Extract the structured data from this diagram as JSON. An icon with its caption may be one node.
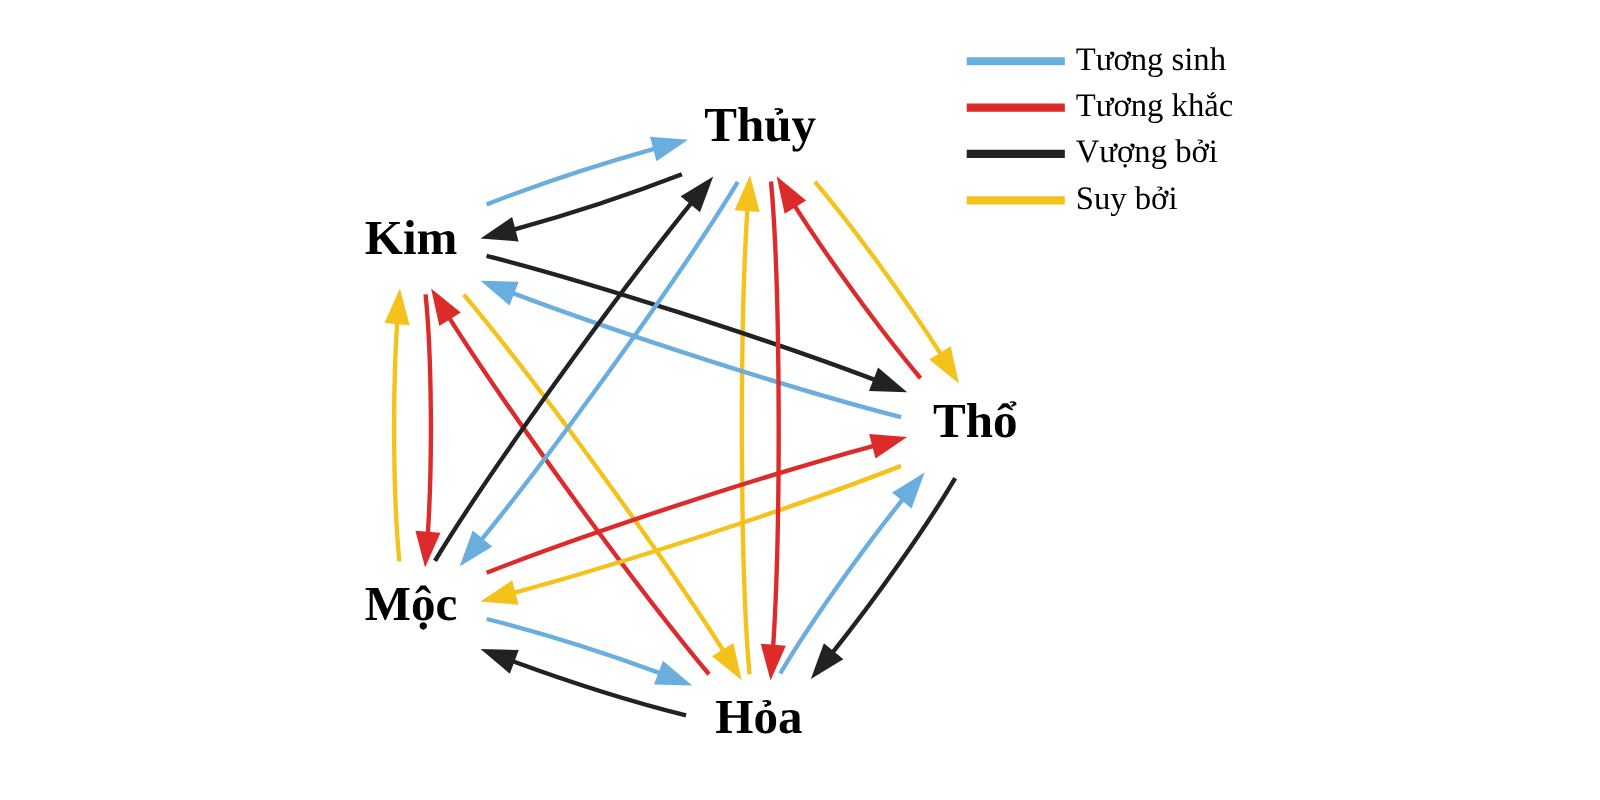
{
  "diagram": {
    "nodes": [
      {
        "text": [
          "Hỏa"
        ]
      },
      {
        "text": [
          "Thổ"
        ]
      },
      {
        "text": [
          "Kim"
        ]
      },
      {
        "text": [
          "Thủy"
        ]
      },
      {
        "text": [
          "Mộc"
        ]
      }
    ],
    "edges": [
      {
        "from": 4,
        "to": 0,
        "arrow": "to",
        "color": "#6aaee0"
      },
      {
        "from": 0,
        "to": 1,
        "arrow": "to",
        "color": "#6aaee0"
      },
      {
        "from": 1,
        "to": 2,
        "arrow": "to",
        "color": "#6aaee0"
      },
      {
        "from": 2,
        "to": 3,
        "arrow": "to",
        "color": "#6aaee0"
      },
      {
        "from": 3,
        "to": 4,
        "arrow": "to",
        "color": "#6aaee0"
      },
      {
        "from": 0,
        "to": 4,
        "arrow": "to",
        "color": "#222222"
      },
      {
        "from": 1,
        "to": 0,
        "arrow": "to",
        "color": "#222222"
      },
      {
        "from": 2,
        "to": 1,
        "arrow": "to",
        "color": "#222222"
      },
      {
        "from": 3,
        "to": 2,
        "arrow": "to",
        "color": "#222222"
      },
      {
        "from": 4,
        "to": 3,
        "arrow": "to",
        "color": "#222222"
      },
      {
        "from": 4,
        "to": 1,
        "arrow": "to",
        "color": "#dd2a2a"
      },
      {
        "from": 3,
        "to": 0,
        "arrow": "to",
        "color": "#dd2a2a"
      },
      {
        "from": 0,
        "to": 2,
        "arrow": "to",
        "color": "#dd2a2a"
      },
      {
        "from": 2,
        "to": 4,
        "arrow": "to",
        "color": "#dd2a2a"
      },
      {
        "from": 1,
        "to": 3,
        "arrow": "to",
        "color": "#dd2a2a"
      },
      {
        "from": 1,
        "to": 4,
        "arrow": "to",
        "color": "#f5c21b"
      },
      {
        "from": 2,
        "to": 0,
        "arrow": "to",
        "color": "#f5c21b"
      },
      {
        "from": 0,
        "to": 3,
        "arrow": "to",
        "color": "#f5c21b"
      },
      {
        "from": 4,
        "to": 2,
        "arrow": "to",
        "color": "#f5c21b"
      },
      {
        "from": 3,
        "to": 1,
        "arrow": "to",
        "color": "#f5c21b"
      }
    ],
    "legend": [
      {
        "text": "Tương sinh",
        "color": "#6aaee0"
      },
      {
        "text": "Tương khắc",
        "color": "#dd2a2a"
      },
      {
        "text": "Vượng bởi",
        "color": "#222222"
      },
      {
        "text": "Suy bởi",
        "color": "#f5c21b"
      }
    ]
  }
}
